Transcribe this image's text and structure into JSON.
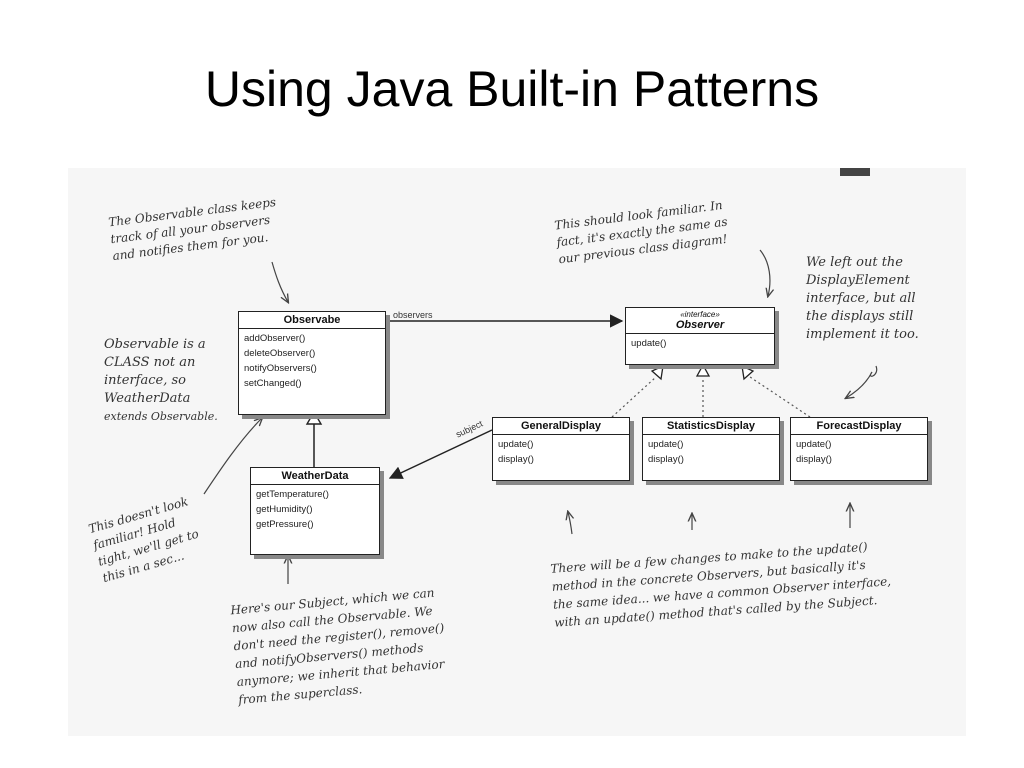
{
  "slide": {
    "title": "Using Java Built-in Patterns"
  },
  "classes": {
    "observable": {
      "name": "Observabe",
      "methods": [
        "addObserver()",
        "deleteObserver()",
        "notifyObservers()",
        "setChanged()"
      ]
    },
    "observer": {
      "stereotype": "«interface»",
      "name": "Observer",
      "methods": [
        "update()"
      ]
    },
    "weatherdata": {
      "name": "WeatherData",
      "methods": [
        "getTemperature()",
        "getHumidity()",
        "getPressure()"
      ]
    },
    "general": {
      "name": "GeneralDisplay",
      "methods": [
        "update()",
        "display()"
      ]
    },
    "statistics": {
      "name": "StatisticsDisplay",
      "methods": [
        "update()",
        "display()"
      ]
    },
    "forecast": {
      "name": "ForecastDisplay",
      "methods": [
        "update()",
        "display()"
      ]
    }
  },
  "associations": {
    "observers": "observers",
    "subject": "subject"
  },
  "notes": {
    "observable_class": [
      "The Observable class keeps",
      "track of all your observers",
      "and notifies them for you."
    ],
    "familiar": [
      "This should look familiar. In",
      "fact, it's exactly the same as",
      "our previous class diagram!"
    ],
    "left_out": [
      "We left out the",
      "DisplayElement",
      "interface, but all",
      "the displays still",
      "implement it too."
    ],
    "is_class": [
      "Observable is a",
      "CLASS not an",
      "interface, so",
      "WeatherData",
      "extends Observable."
    ],
    "not_familiar": [
      "This doesn't look",
      "familiar! Hold",
      "tight, we'll get to",
      "this in a sec..."
    ],
    "subject": [
      "Here's our Subject, which we can",
      "now also call the Observable. We",
      "don't need the register(), remove()",
      "and notifyObservers() methods",
      "anymore; we inherit that behavior",
      "from the superclass."
    ],
    "changes": [
      "There will be a few changes to make to the update()",
      "method in the concrete Observers, but basically it's",
      "the same idea... we have a common Observer interface,",
      "with an update() method that's called by the Subject."
    ]
  }
}
